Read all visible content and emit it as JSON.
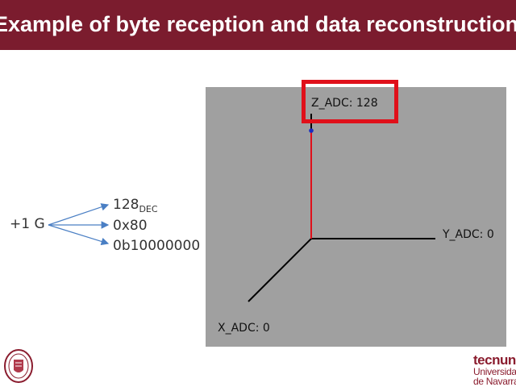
{
  "slide": {
    "title": "Example of byte reception and data reconstruction"
  },
  "conversion": {
    "input": "+1 G",
    "outputs": [
      {
        "value": "128",
        "subscript": "DEC"
      },
      {
        "value": "0x80"
      },
      {
        "value": "0b10000000"
      }
    ]
  },
  "plot": {
    "z_label": "Z_ADC: 128",
    "y_label": "Y_ADC: 0",
    "x_label": "X_ADC: 0",
    "colors": {
      "background": "#a0a0a0",
      "axis": "#000000",
      "vector": "#e0101a",
      "point": "#1a2bbf",
      "highlight": "#e0101a"
    }
  },
  "branding": {
    "logo_name": "tecnun",
    "logo_sub1": "Universidad",
    "logo_sub2": "de Navarra",
    "title_bar_color": "#7b1c2e"
  }
}
